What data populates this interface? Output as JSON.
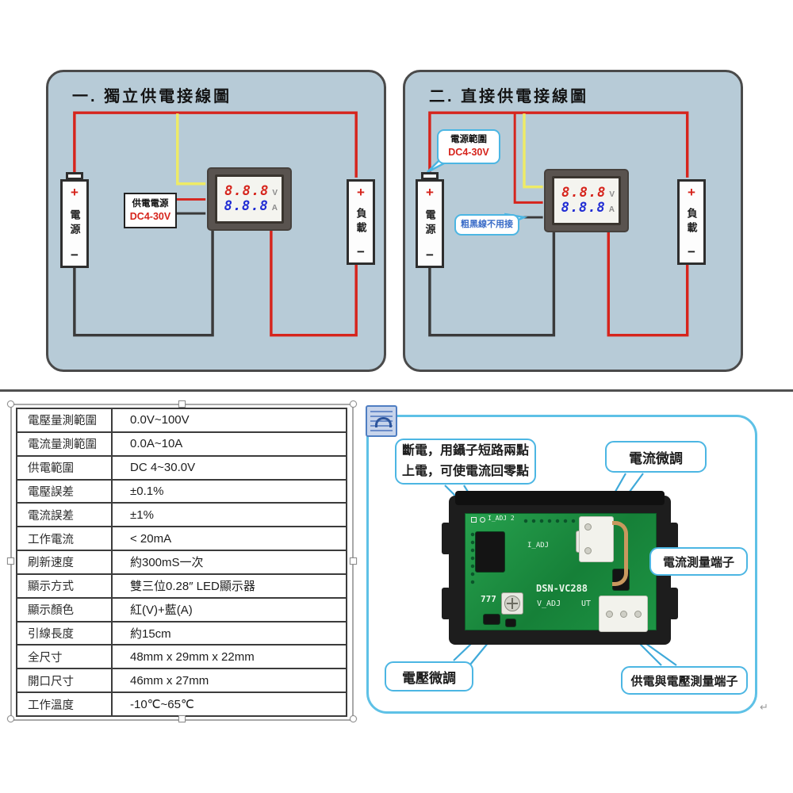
{
  "colors": {
    "accent_blue": "#4CB6E3",
    "wire_red": "#D6241C",
    "wire_yellow": "#EEEB66",
    "wire_black": "#3A3A3A",
    "digit_red": "#D6241C",
    "digit_blue": "#202CD4",
    "panel_bg": "#B7CBD7",
    "pcb_green": "#1E9444"
  },
  "diagram1": {
    "title": "一. 獨立供電接線圖",
    "supply_label": {
      "line1": "供電電源",
      "line2": "DC4-30V"
    }
  },
  "diagram2": {
    "title": "二. 直接供電接線圖",
    "range_callout": {
      "line1": "電源範圍",
      "line2": "DC4-30V"
    },
    "black_wire_callout": "粗黑線不用接"
  },
  "components": {
    "plus": "+",
    "minus": "−",
    "battery_label": "電源",
    "load_label": "負載"
  },
  "meter": {
    "volt_value": "8.8.8",
    "volt_unit": "V",
    "amp_value": "8.8.8",
    "amp_unit": "A"
  },
  "spec_table": {
    "rows": [
      {
        "label": "電壓量測範圍",
        "value": "0.0V~100V"
      },
      {
        "label": "電流量測範圍",
        "value": "0.0A~10A"
      },
      {
        "label": "供電範圍",
        "value": "DC 4~30.0V"
      },
      {
        "label": "電壓誤差",
        "value": "±0.1%"
      },
      {
        "label": "電流誤差",
        "value": "±1%"
      },
      {
        "label": "工作電流",
        "value": "< 20mA"
      },
      {
        "label": "刷新速度",
        "value": "約300mS一次"
      },
      {
        "label": "顯示方式",
        "value": "雙三位0.28″ LED顯示器"
      },
      {
        "label": "顯示顏色",
        "value": "紅(V)+藍(A)"
      },
      {
        "label": "引線長度",
        "value": "約15cm"
      },
      {
        "label": "全尺寸",
        "value": "48mm x 29mm x 22mm"
      },
      {
        "label": "開口尺寸",
        "value": "46mm x 27mm"
      },
      {
        "label": "工作溫度",
        "value": "-10℃~65℃"
      }
    ]
  },
  "pcb_figure": {
    "callouts": {
      "zero_note_line1": "斷電，用鑷子短路兩點",
      "zero_note_line2": "上電，可使電流回零點",
      "current_adjust": "電流微調",
      "current_terminal": "電流測量端子",
      "voltage_adjust": "電壓微調",
      "power_voltage_terminal": "供電與電壓測量端子"
    },
    "silkscreen": {
      "model": "DSN-VC288",
      "v_adj": "V_ADJ",
      "i_adj": "I_ADJ",
      "i_adj_pads": "I_ADJ 2",
      "vt": "UT",
      "left_digits": "777"
    },
    "paragraph_mark": "↵"
  }
}
